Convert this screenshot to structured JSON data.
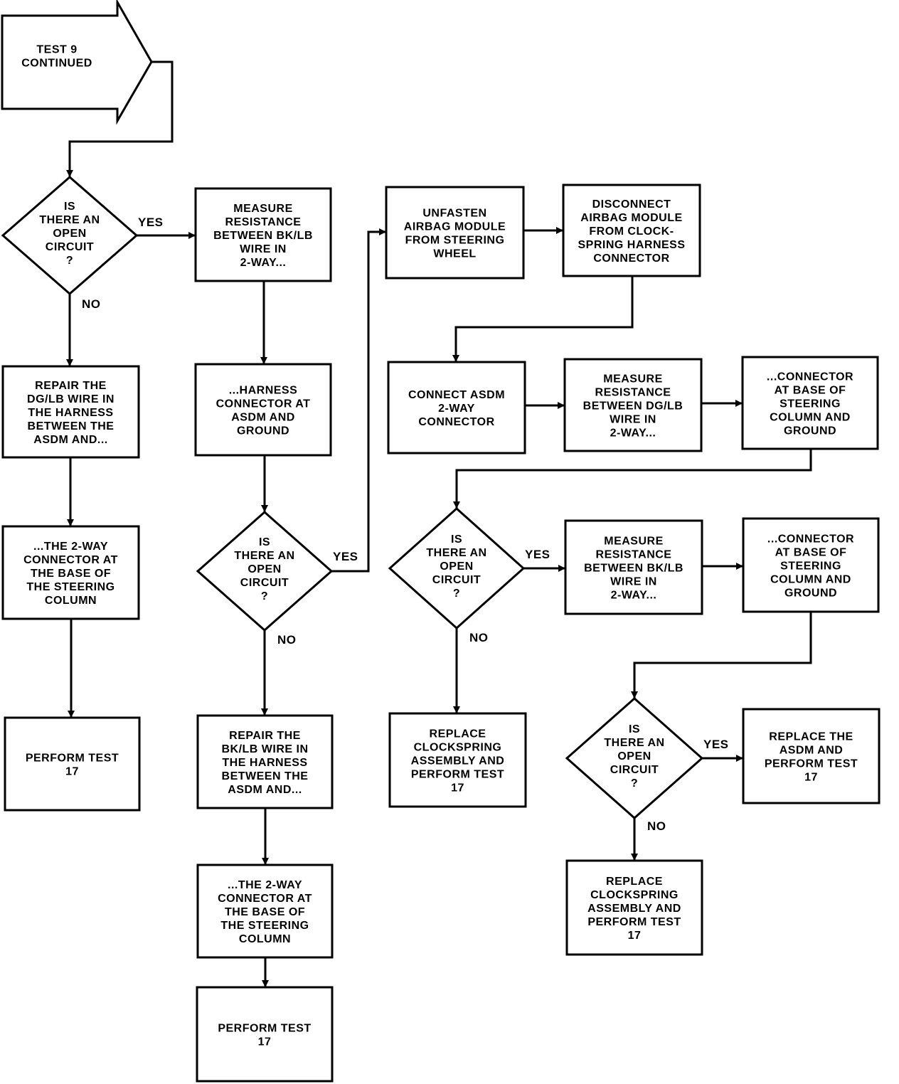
{
  "start": {
    "lines": [
      "TEST 9",
      "CONTINUED"
    ]
  },
  "labels": {
    "yes": "YES",
    "no": "NO"
  },
  "decision_lines": [
    "IS",
    "THERE AN",
    "OPEN",
    "CIRCUIT",
    "?"
  ],
  "boxes": {
    "b1": [
      "MEASURE",
      "RESISTANCE",
      "BETWEEN BK/LB",
      "WIRE IN",
      "2-WAY..."
    ],
    "b2": [
      "...HARNESS",
      "CONNECTOR AT",
      "ASDM AND",
      "GROUND"
    ],
    "b3": [
      "UNFASTEN",
      "AIRBAG MODULE",
      "FROM STEERING",
      "WHEEL"
    ],
    "b4": [
      "DISCONNECT",
      "AIRBAG MODULE",
      "FROM CLOCK-",
      "SPRING HARNESS",
      "CONNECTOR"
    ],
    "b5": [
      "REPAIR THE",
      "DG/LB WIRE IN",
      "THE HARNESS",
      "BETWEEN THE",
      "ASDM AND..."
    ],
    "b6": [
      "...THE 2-WAY",
      "CONNECTOR AT",
      "THE BASE OF",
      "THE STEERING",
      "COLUMN"
    ],
    "b7": [
      "PERFORM TEST",
      "17"
    ],
    "b8": [
      "CONNECT ASDM",
      "2-WAY",
      "CONNECTOR"
    ],
    "b9": [
      "MEASURE",
      "RESISTANCE",
      "BETWEEN DG/LB",
      "WIRE IN",
      "2-WAY..."
    ],
    "b10": [
      "...CONNECTOR",
      "AT BASE OF",
      "STEERING",
      "COLUMN AND",
      "GROUND"
    ],
    "b11": [
      "REPAIR THE",
      "BK/LB WIRE IN",
      "THE HARNESS",
      "BETWEEN THE",
      "ASDM AND..."
    ],
    "b12": [
      "...THE 2-WAY",
      "CONNECTOR AT",
      "THE BASE OF",
      "THE STEERING",
      "COLUMN"
    ],
    "b13": [
      "PERFORM TEST",
      "17"
    ],
    "b14": [
      "MEASURE",
      "RESISTANCE",
      "BETWEEN BK/LB",
      "WIRE IN",
      "2-WAY..."
    ],
    "b15": [
      "...CONNECTOR",
      "AT BASE OF",
      "STEERING",
      "COLUMN AND",
      "GROUND"
    ],
    "b16": [
      "REPLACE",
      "CLOCKSPRING",
      "ASSEMBLY AND",
      "PERFORM TEST",
      "17"
    ],
    "b17": [
      "REPLACE THE",
      "ASDM AND",
      "PERFORM TEST",
      "17"
    ],
    "b18": [
      "REPLACE",
      "CLOCKSPRING",
      "ASSEMBLY AND",
      "PERFORM TEST",
      "17"
    ]
  }
}
